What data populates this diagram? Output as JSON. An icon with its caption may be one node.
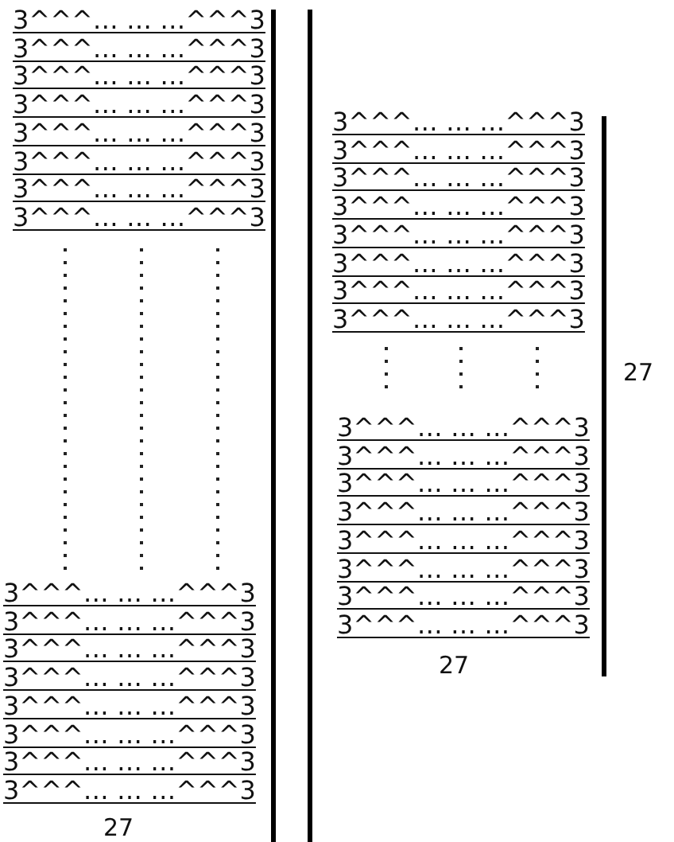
{
  "diagram": {
    "labels": [
      "3^^^… … …^^^3",
      "3^^^… … …^^^3",
      "3^^^… … …^^^3",
      "3^^^… … …^^^3",
      "3^^^… … …^^^3",
      "3^^^… … …^^^3",
      "3^^^… … …^^^3",
      "3^^^… … …^^^3",
      "3^^^… … …^^^3",
      "3^^^… … …^^^3",
      "3^^^… … …^^^3",
      "3^^^… … …^^^3",
      "3^^^… … …^^^3",
      "3^^^… … …^^^3",
      "3^^^… … …^^^3",
      "3^^^… … …^^^3",
      "27",
      "3^^^… … …^^^3",
      "3^^^… … …^^^3",
      "3^^^… … …^^^3",
      "3^^^… … …^^^3",
      "3^^^… … …^^^3",
      "3^^^… … …^^^3",
      "3^^^… … …^^^3",
      "3^^^… … …^^^3",
      "3^^^… … …^^^3",
      "3^^^… … …^^^3",
      "3^^^… … …^^^3",
      "3^^^… … …^^^3",
      "3^^^… … …^^^3",
      "3^^^… … …^^^3",
      "3^^^… … …^^^3",
      "3^^^… … …^^^3",
      "27",
      "27"
    ]
  }
}
